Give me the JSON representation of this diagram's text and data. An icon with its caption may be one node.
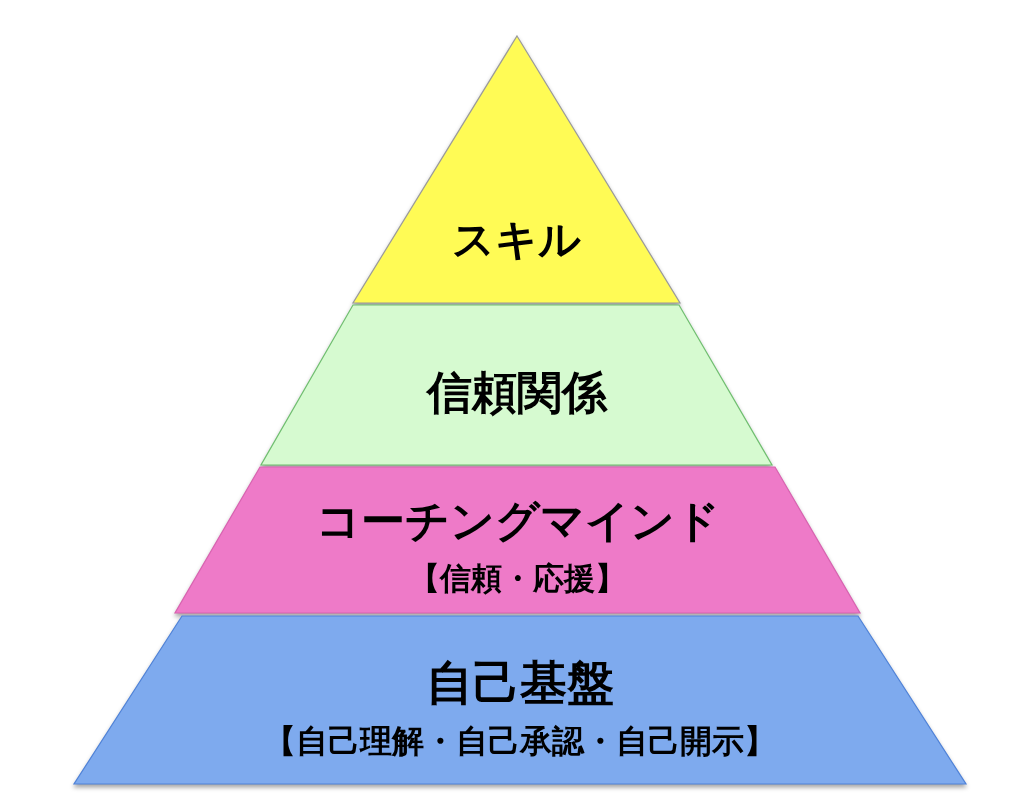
{
  "diagram": {
    "nodes": [
      {
        "text": [
          "スキル"
        ]
      },
      {
        "text": [
          "信頼関係"
        ]
      },
      {
        "text": [
          "コーチングマインド",
          "【信頼・応援】"
        ]
      },
      {
        "text": [
          "自己基盤",
          "【自己理解・自己承認・自己開示】"
        ]
      }
    ]
  }
}
